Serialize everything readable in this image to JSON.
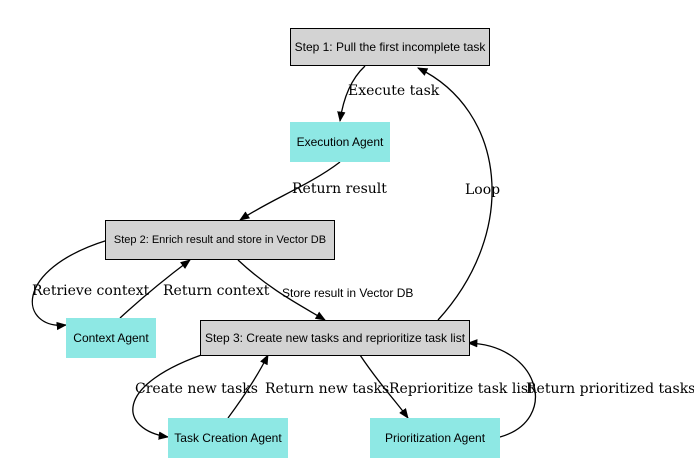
{
  "nodes": {
    "step1": "Step 1: Pull the first incomplete task",
    "execution_agent": "Execution Agent",
    "step2": "Step 2: Enrich result and store in Vector DB",
    "context_agent": "Context Agent",
    "step3": "Step 3: Create new tasks and reprioritize task list",
    "task_creation_agent": "Task Creation Agent",
    "prioritization_agent": "Prioritization Agent"
  },
  "edges": {
    "execute_task": "Execute task",
    "return_result": "Return result",
    "loop": "Loop",
    "retrieve_context": "Retrieve context",
    "return_context": "Return context",
    "store_result": "Store result in Vector DB",
    "create_new_tasks": "Create new tasks",
    "return_new_tasks": "Return new tasks",
    "reprioritize_task_list": "Reprioritize task list",
    "return_prioritized_tasks": "Return prioritized tasks"
  },
  "colors": {
    "step_fill": "#d3d3d3",
    "agent_fill": "#8ee8e4",
    "edge": "#000000"
  }
}
